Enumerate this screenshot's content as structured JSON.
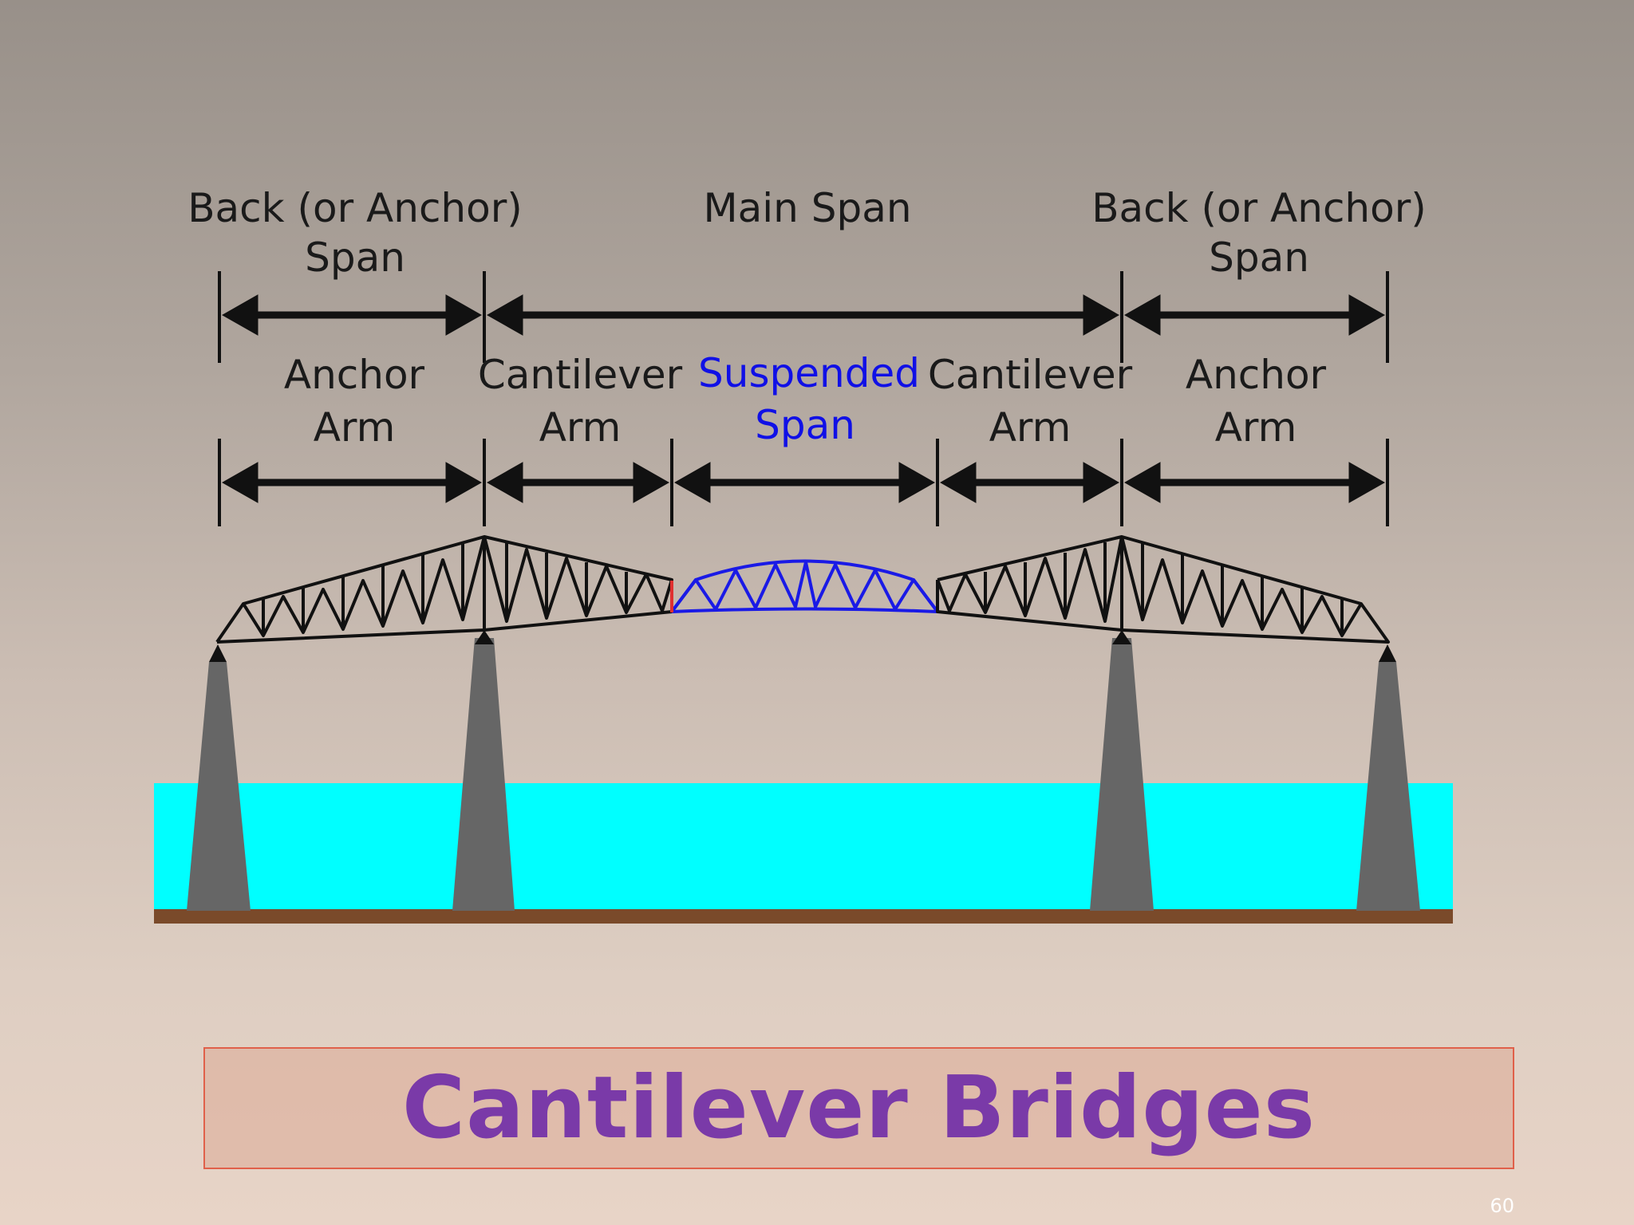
{
  "diagram": {
    "top_labels": {
      "left_back_span": [
        "Back (or Anchor)",
        "Span"
      ],
      "main_span": "Main Span",
      "right_back_span": [
        "Back (or Anchor)",
        "Span"
      ]
    },
    "lower_labels": {
      "left_anchor_arm": [
        "Anchor",
        "Arm"
      ],
      "left_cantilever_arm": [
        "Cantilever",
        "Arm"
      ],
      "suspended_span": [
        "Suspended",
        "Span"
      ],
      "right_cantilever_arm": [
        "Cantilever",
        "Arm"
      ],
      "right_anchor_arm": [
        "Anchor",
        "Arm"
      ]
    },
    "colors": {
      "water": "#00ffff",
      "pier": "#666666",
      "ground": "#7a4a2a",
      "truss": "#111111",
      "suspended_truss": "#1a1ae6",
      "joint": "#e03030"
    }
  },
  "slide": {
    "title": "Cantilever Bridges",
    "page_number": "60",
    "title_color": "#7a3aa8"
  }
}
